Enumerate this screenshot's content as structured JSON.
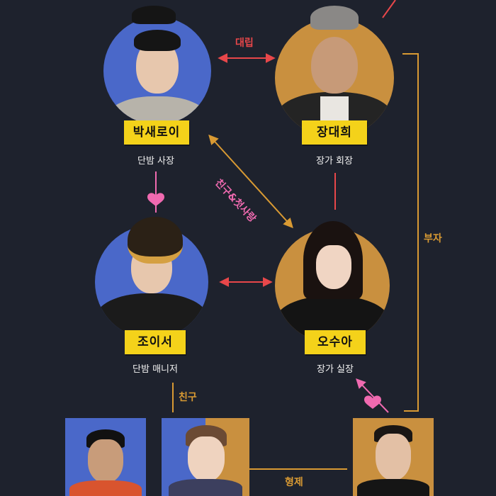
{
  "colors": {
    "background": "#1e222d",
    "circle_blue": "#4a68c9",
    "circle_gold": "#c9903f",
    "tag_yellow": "#f4d21a",
    "line_red": "#e8474a",
    "line_orange": "#d99a33",
    "line_pink": "#f06ab0"
  },
  "characters": [
    {
      "name": "박새로이",
      "role": "단밤 사장"
    },
    {
      "name": "장대희",
      "role": "장가 회장"
    },
    {
      "name": "조이서",
      "role": "단밤 매니저"
    },
    {
      "name": "오수아",
      "role": "장가 실장"
    }
  ],
  "relations": {
    "rivalry": "대립",
    "friend_first_love": "친구&첫사랑",
    "father_son": "부자",
    "friends": "친구",
    "brothers": "형제"
  },
  "icons": {
    "heart": "heart-icon",
    "arrow": "double-arrow-icon"
  }
}
